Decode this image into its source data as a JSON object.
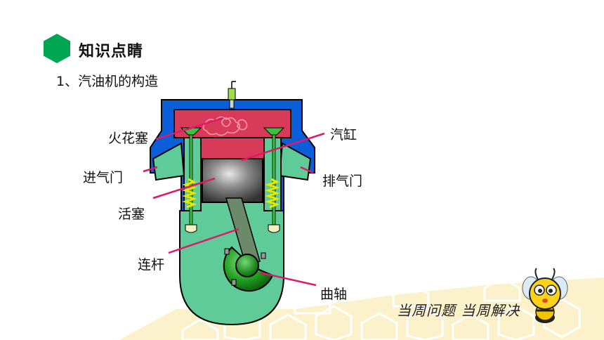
{
  "header": {
    "title": "知识点睛",
    "subtitle": "1、汽油机的构造"
  },
  "labels": {
    "spark_plug": "火花塞",
    "cylinder": "汽缸",
    "intake_valve": "进气门",
    "exhaust_valve": "排气门",
    "piston": "活塞",
    "connecting_rod": "连杆",
    "crankshaft": "曲轴"
  },
  "footer": {
    "slogan": "当周问题 当周解决"
  },
  "colors": {
    "accent_green": "#00a651",
    "engine_frame": "#0a5fd8",
    "engine_body": "#5ecb98",
    "combustion": "#d83a5a",
    "piston": "#555555",
    "pointer": "#e0186c",
    "valve": "#3fbf3f",
    "spring": "#e8e800"
  }
}
